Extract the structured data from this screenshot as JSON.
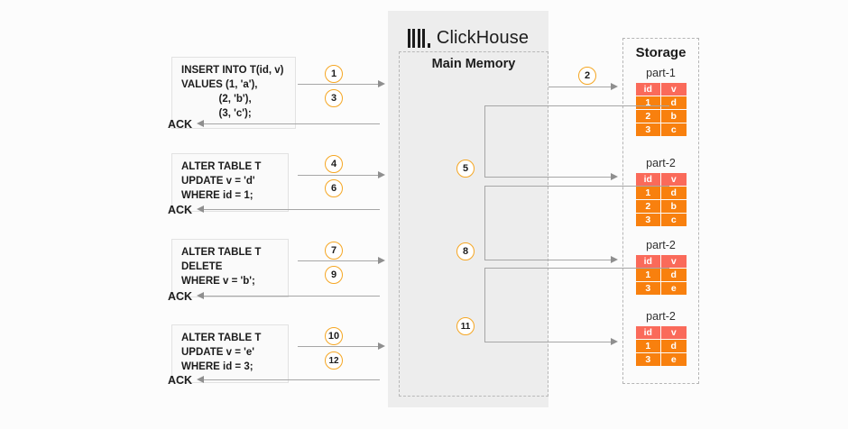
{
  "brand": {
    "name": "ClickHouse",
    "logo_icon": "clickhouse-bars-logo"
  },
  "memory": {
    "title": "Main Memory"
  },
  "storage": {
    "title": "Storage",
    "columns": [
      "id",
      "v"
    ],
    "parts": [
      {
        "label": "part-1",
        "rows": [
          [
            "1",
            "d"
          ],
          [
            "2",
            "b"
          ],
          [
            "3",
            "c"
          ]
        ]
      },
      {
        "label": "part-2",
        "rows": [
          [
            "1",
            "d"
          ],
          [
            "2",
            "b"
          ],
          [
            "3",
            "c"
          ]
        ]
      },
      {
        "label": "part-2",
        "rows": [
          [
            "1",
            "d"
          ],
          [
            "3",
            "e"
          ]
        ]
      },
      {
        "label": "part-2",
        "rows": [
          [
            "1",
            "d"
          ],
          [
            "3",
            "e"
          ]
        ]
      }
    ]
  },
  "statements": [
    {
      "sql": "INSERT INTO T(id, v)\nVALUES (1, 'a'),\n             (2, 'b'),\n             (3, 'c');",
      "ack": "ACK",
      "step_out": "1",
      "step_in": "3"
    },
    {
      "sql": "ALTER TABLE T\nUPDATE v = 'd'\nWHERE id = 1;",
      "ack": "ACK",
      "step_out": "4",
      "step_in": "6"
    },
    {
      "sql": "ALTER TABLE T\nDELETE\nWHERE v = 'b';",
      "ack": "ACK",
      "step_out": "7",
      "step_in": "9"
    },
    {
      "sql": "ALTER TABLE T\nUPDATE v = 'e'\nWHERE id = 3;",
      "ack": "ACK",
      "step_out": "10",
      "step_in": "12"
    }
  ],
  "storage_steps": [
    {
      "label": "2"
    },
    {
      "label": "5"
    },
    {
      "label": "8"
    },
    {
      "label": "11"
    }
  ],
  "colors": {
    "accent": "#f5a623",
    "table_header": "#fa6a5a",
    "table_body": "#f8800e",
    "panel": "#ededed",
    "line": "#a6a6a6"
  }
}
